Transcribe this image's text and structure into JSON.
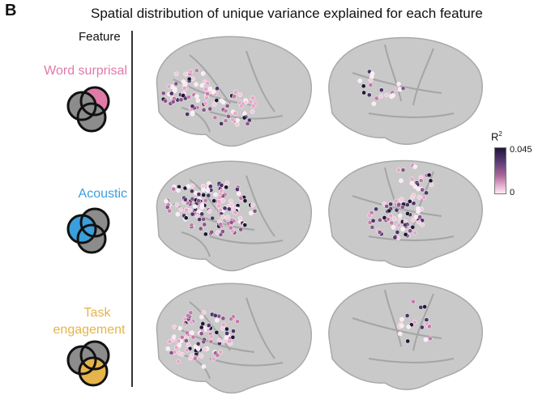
{
  "panel": {
    "letter": "B",
    "title": "Spatial distribution of unique variance explained for each feature"
  },
  "header": {
    "feature": "Feature"
  },
  "features": [
    {
      "label": "Word surprisal",
      "color": "#e07aa7",
      "venn_highlight": "top-right"
    },
    {
      "label": "Acoustic",
      "color": "#3a9fdd",
      "venn_highlight": "left"
    },
    {
      "label_line1": "Task",
      "label_line2": "engagement",
      "color": "#e5b44a",
      "venn_highlight": "bottom"
    }
  ],
  "legend": {
    "title": "R",
    "title_sup": "2",
    "max": "0.045",
    "min": "0"
  },
  "colors": {
    "venn_gray": "#8c8c8c",
    "brain": "#c9c9c9",
    "electrode_high": "#1e1638",
    "electrode_low": "#f6d6e6"
  }
}
